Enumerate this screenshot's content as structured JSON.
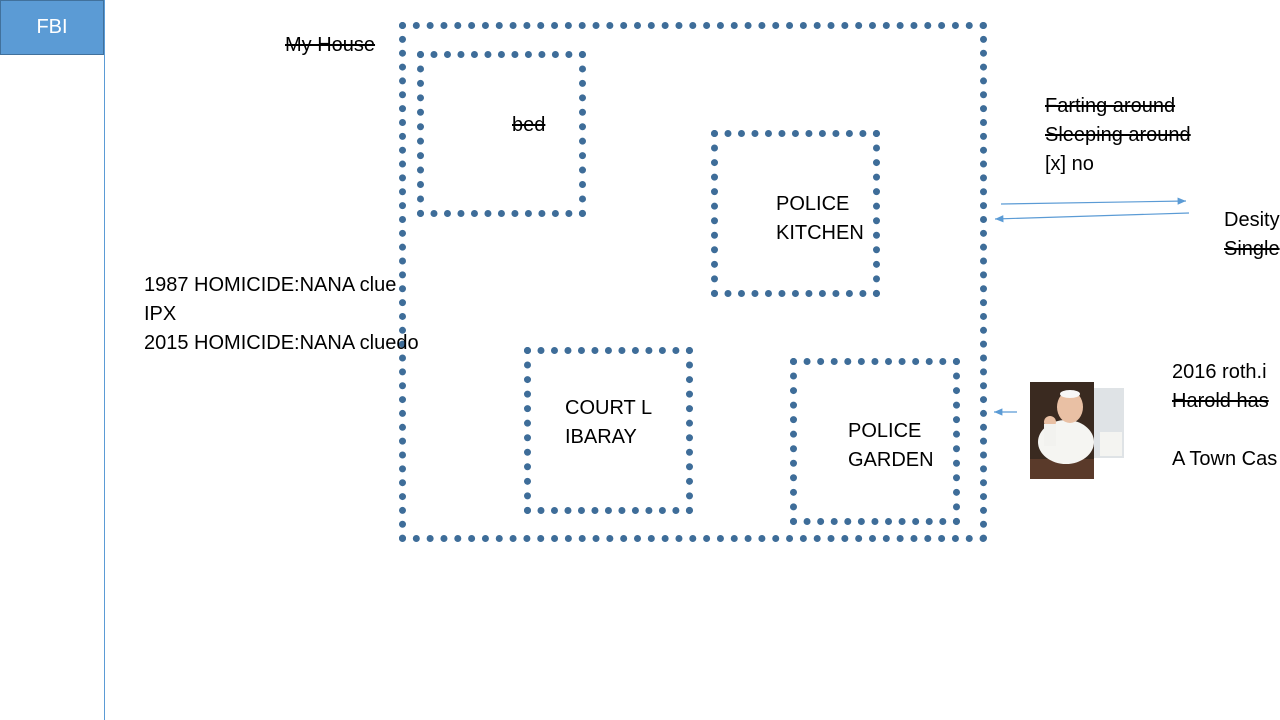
{
  "sidebar": {
    "button_label": "FBI",
    "accent": "#5b9bd5"
  },
  "house": {
    "title": "My House",
    "border_color": "#3e6d99"
  },
  "rooms": {
    "bed": "bed",
    "kitchen": [
      "POLICE",
      "KITCHEN"
    ],
    "library": [
      "COURT L",
      "IBARAY"
    ],
    "garden": [
      "POLICE",
      "GARDEN"
    ]
  },
  "left_notes": [
    "1987 HOMICIDE:NANA clue",
    "IPX",
    "2015 HOMICIDE:NANA cluedo"
  ],
  "right_notes_top": {
    "line1": "Farting around",
    "line2": "Sleeping around",
    "line3": "[x] no"
  },
  "right_edge_top": {
    "line1": "Desity",
    "line2": "Single"
  },
  "right_edge_bottom": {
    "line1": "2016 roth.i",
    "line2": "Harold has",
    "line3": "A Town Cas"
  },
  "image": {
    "subject": "man-in-white-waving-photo"
  }
}
